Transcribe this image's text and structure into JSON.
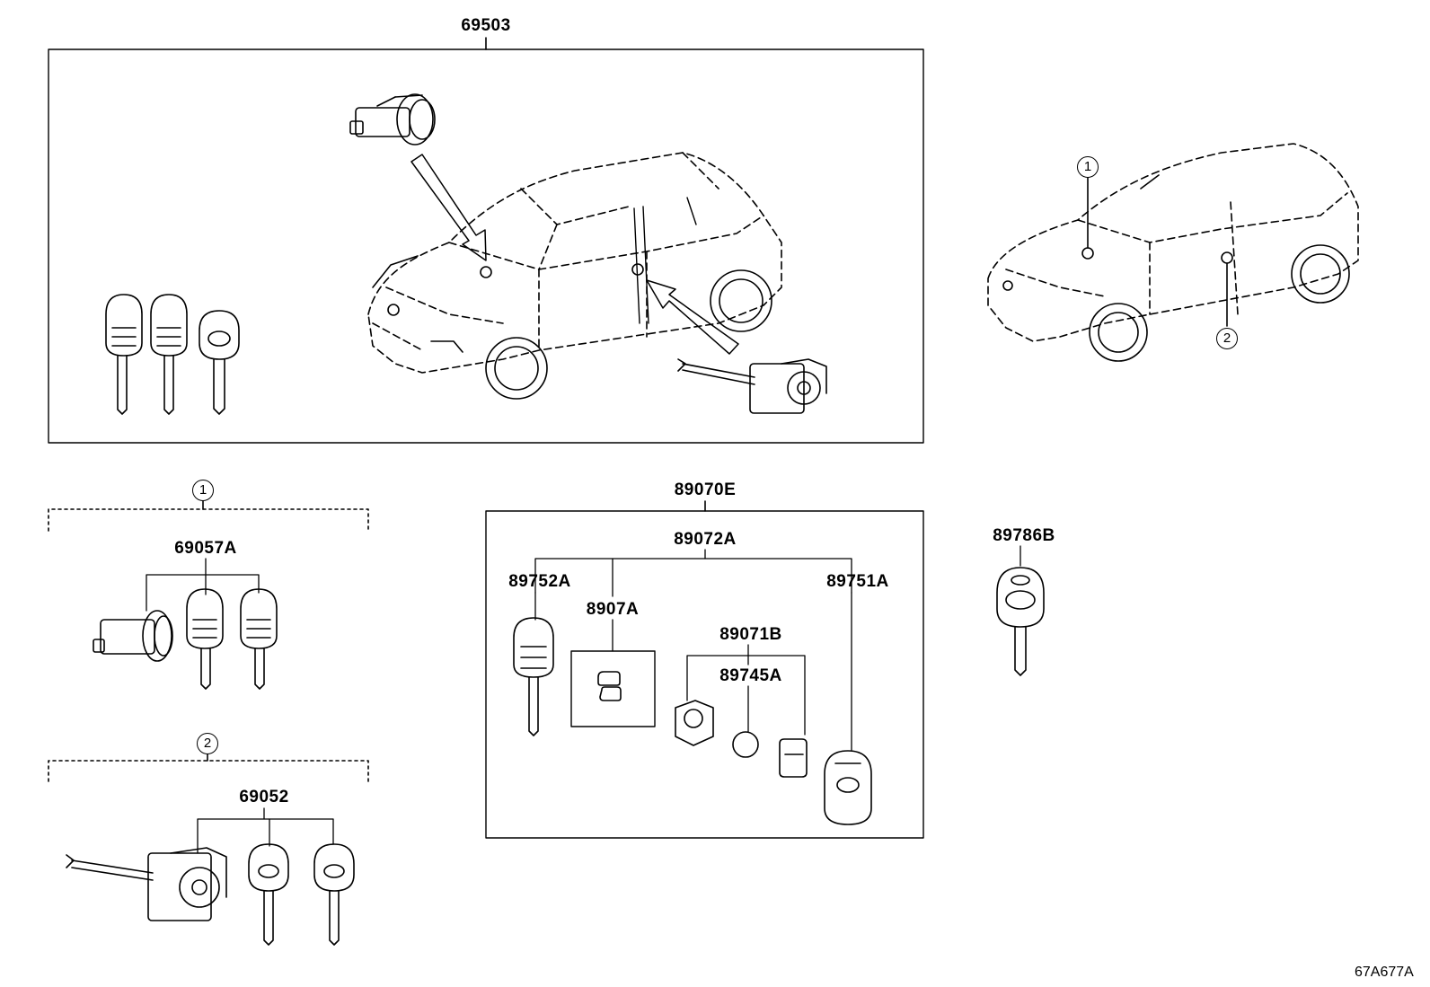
{
  "labels": {
    "p69503": "69503",
    "p69057A": "69057A",
    "p69052": "69052",
    "p89070E": "89070E",
    "p89072A": "89072A",
    "p89752A": "89752A",
    "p8907A": "8907A",
    "p89071B": "89071B",
    "p89745A": "89745A",
    "p89751A": "89751A",
    "p89786B": "89786B"
  },
  "callouts": {
    "one": "1",
    "two": "2"
  },
  "diagram_code": "67A677A",
  "colors": {
    "line": "#000000",
    "background": "#ffffff"
  }
}
